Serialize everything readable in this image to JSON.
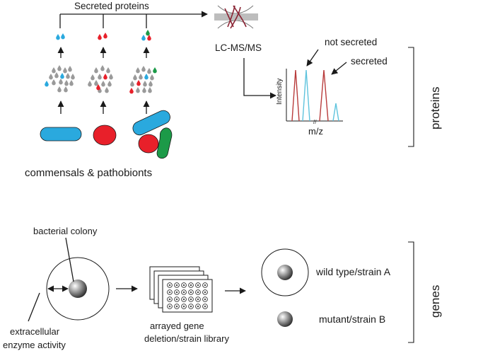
{
  "top_panel": {
    "secreted_proteins_label": "Secreted proteins",
    "instrument_label": "LC-MS/MS",
    "organisms_label": "commensals & pathobionts",
    "spectrum": {
      "ylabel": "Intensity",
      "xlabel": "m/z",
      "annotation_not_secreted": "not secreted",
      "annotation_secreted": "secreted"
    },
    "side_label": "proteins"
  },
  "bottom_panel": {
    "colony_label": "bacterial colony",
    "enzyme_label_line1": "extracellular",
    "enzyme_label_line2": "enzyme activity",
    "library_label_line1": "arrayed gene",
    "library_label_line2": "deletion/strain library",
    "wild_type_label": "wild type/strain A",
    "mutant_label": "mutant/strain B",
    "side_label": "genes"
  },
  "colors": {
    "blue": "#2aa9de",
    "red": "#e8202a",
    "green": "#1c9a48",
    "gray": "#9a9a9a",
    "spectrum_red": "#b83b3b",
    "spectrum_blue": "#5ec3dd"
  }
}
